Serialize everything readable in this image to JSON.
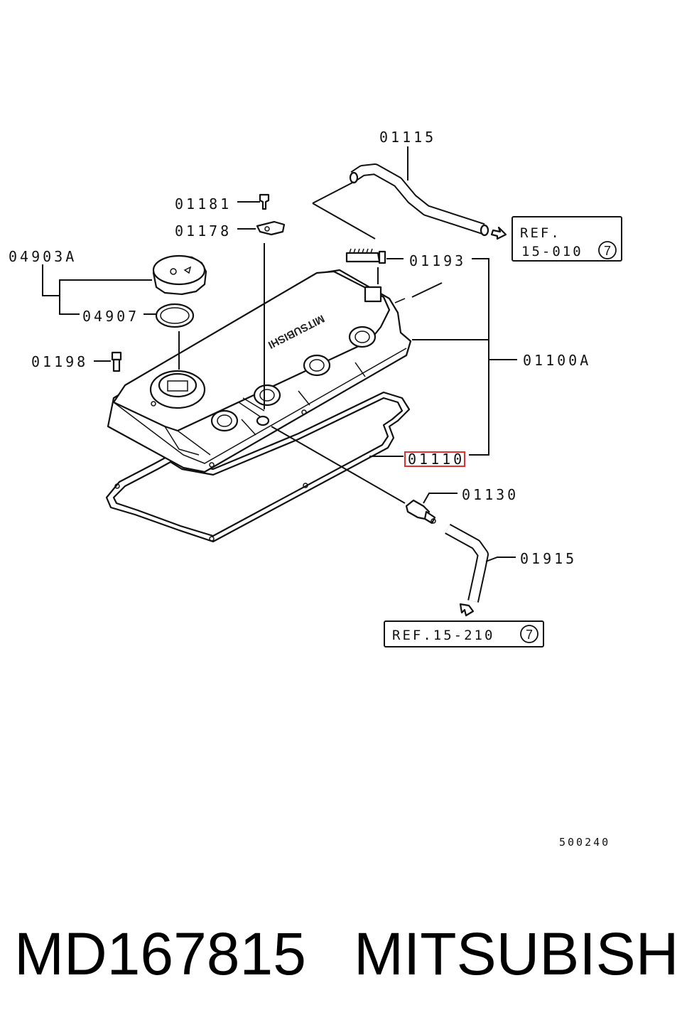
{
  "diagram": {
    "callouts": {
      "hose_top": "01115",
      "bolt_small": "01181",
      "bracket": "01178",
      "cap_assy": "04903A",
      "cap_seal": "04907",
      "bolt_left": "01198",
      "breather_clip": "01193",
      "cover_assy": "01100A",
      "gasket": "01110",
      "pcv_valve": "01130",
      "hose_bottom": "01915"
    },
    "references": {
      "top": {
        "line1": "REF.",
        "line2": "15-010",
        "circled": "7"
      },
      "bottom": {
        "text": "REF.15-210",
        "circled": "7"
      }
    },
    "embossed_text": "MITSUBISHI",
    "diagram_code": "500240",
    "highlighted_callout": "01110",
    "highlight_color": "#e03030"
  },
  "caption": {
    "part_number": "MD167815",
    "brand": "MITSUBISHI"
  }
}
